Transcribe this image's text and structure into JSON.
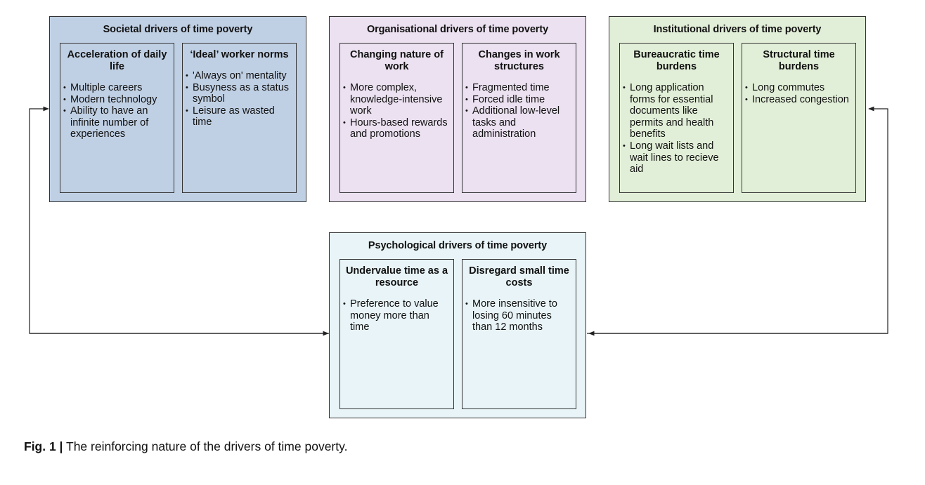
{
  "groups": {
    "societal": {
      "title": "Societal drivers of time poverty",
      "color": "#c0d0e4",
      "left": {
        "title": "Acceleration of daily life",
        "bullets": [
          "Multiple careers",
          "Modern technology",
          "Ability to have an infinite number of experiences"
        ]
      },
      "right": {
        "title": "‘Ideal’ worker norms",
        "bullets": [
          "'Always on' mentality",
          "Busyness as a status symbol",
          "Leisure as wasted time"
        ]
      }
    },
    "organisational": {
      "title": "Organisational drivers of time poverty",
      "color": "#ebe1f0",
      "left": {
        "title": "Changing nature of work",
        "bullets": [
          "More complex, knowledge-intensive work",
          "Hours-based rewards and promotions"
        ]
      },
      "right": {
        "title": "Changes in work structures",
        "bullets": [
          "Fragmented time",
          "Forced idle time",
          "Additional low-level tasks and administration"
        ]
      }
    },
    "institutional": {
      "title": "Institutional drivers of time poverty",
      "color": "#e2efd8",
      "left": {
        "title": "Bureaucratic time burdens",
        "bullets": [
          "Long application forms for essential documents like permits and health benefits",
          "Long wait lists and wait lines to recieve aid"
        ]
      },
      "right": {
        "title": "Structural time burdens",
        "bullets": [
          "Long commutes",
          "Increased congestion"
        ]
      }
    },
    "psychological": {
      "title": "Psychological drivers of time poverty",
      "color": "#e8f4f7",
      "left": {
        "title": "Undervalue time as a resource",
        "bullets": [
          "Preference to value money more than time"
        ]
      },
      "right": {
        "title": "Disregard small time costs",
        "bullets": [
          "More insensitive to losing 60 minutes than 12 months"
        ]
      }
    }
  },
  "caption": {
    "label": "Fig. 1 |",
    "text": " The reinforcing nature of the drivers of time poverty."
  }
}
